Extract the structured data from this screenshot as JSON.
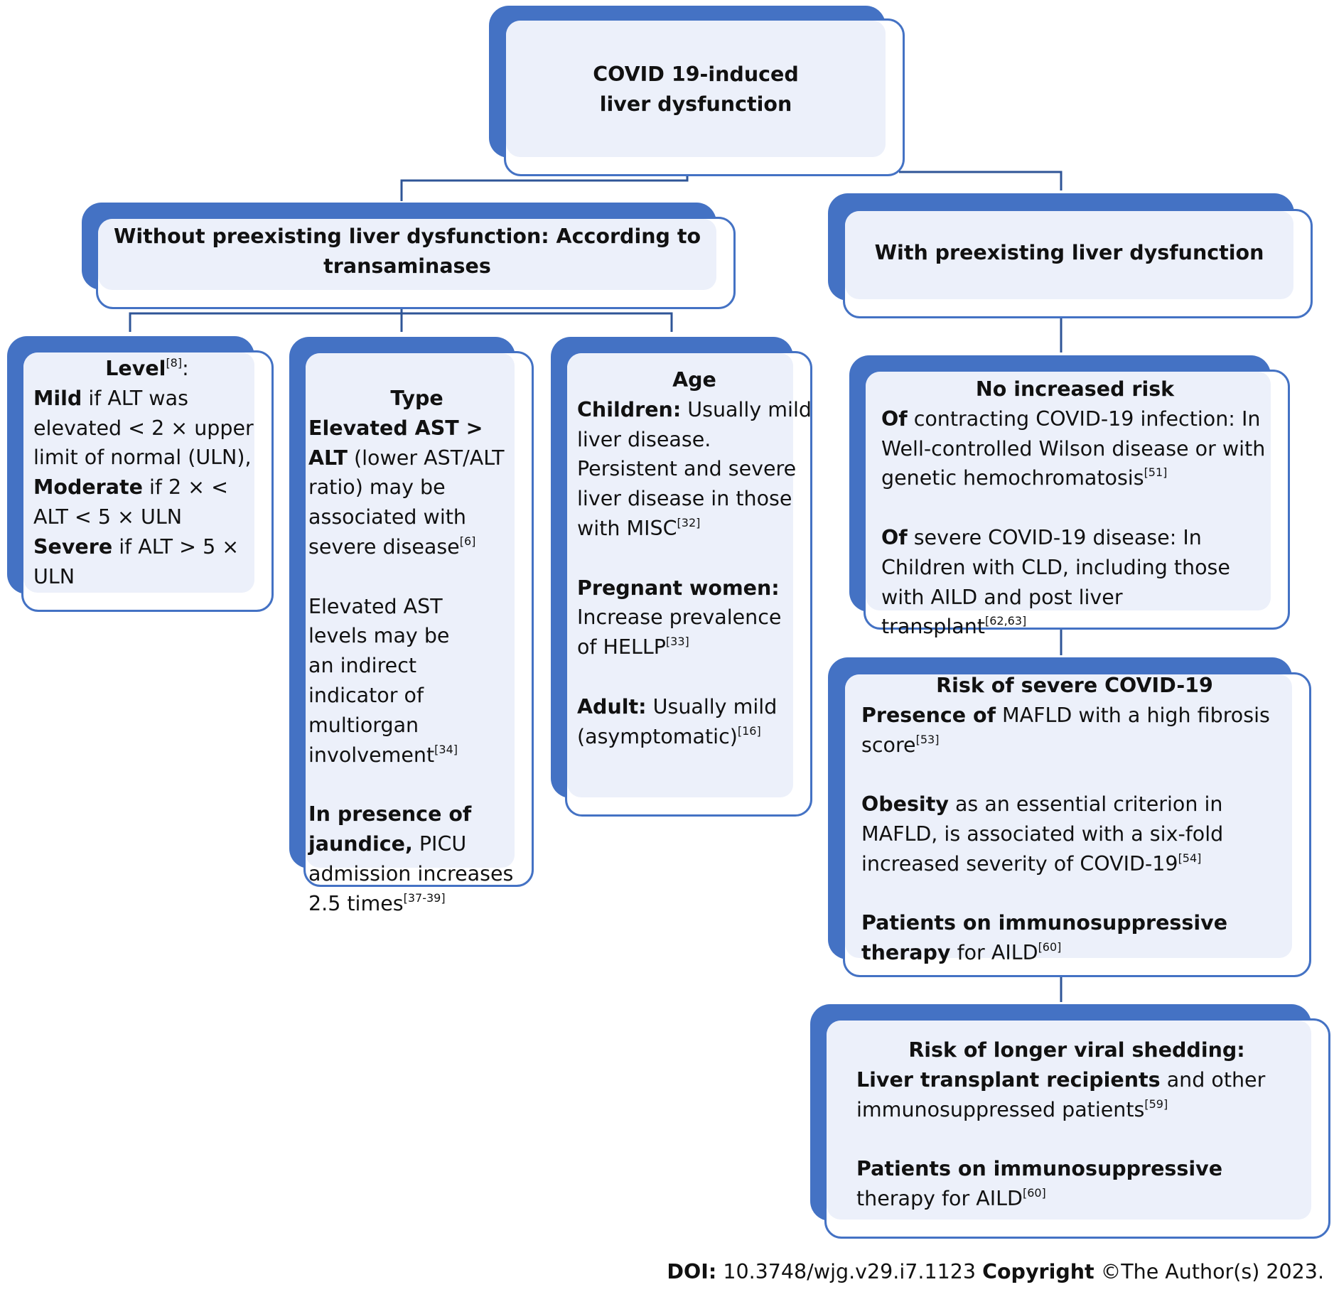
{
  "root": {
    "line1": "COVID 19-induced",
    "line2": "liver dysfunction"
  },
  "without": {
    "line1": "Without preexisting liver dysfunction: According to",
    "line2": "transaminases"
  },
  "with": {
    "title": "With preexisting liver dysfunction"
  },
  "level": {
    "title": "Level",
    "title_ref": "[8]",
    "title_suffix": ":",
    "mild_label": "Mild",
    "mild_text": " if ALT was elevated < 2 × upper limit of normal (ULN),",
    "moderate_label": "Moderate",
    "moderate_text": " if 2 × < ALT < 5 × ULN",
    "severe_label": "Severe",
    "severe_text": " if ALT > 5 × ULN"
  },
  "type": {
    "title": "Type",
    "elevated_label": "Elevated AST > ALT",
    "elevated_text": " (lower AST/ALT ratio) may be associated with severe disease",
    "elevated_ref": "[6]",
    "ast_text": "Elevated AST levels may be an indirect indicator of multiorgan involvement",
    "ast_ref": "[34]",
    "jaundice_label": "In presence of jaundice,",
    "jaundice_text": " PICU admission increases 2.5 times",
    "jaundice_ref": "[37-39]"
  },
  "age": {
    "title": "Age",
    "children_label": "Children:",
    "children_text": " Usually mild liver disease. Persistent and severe liver disease in those with MISC",
    "children_ref": "[32]",
    "pregnant_label": "Pregnant women:",
    "pregnant_text": " Increase prevalence of HELLP",
    "pregnant_ref": "[33]",
    "adult_label": "Adult:",
    "adult_text": " Usually mild (asymptomatic)",
    "adult_ref": "[16]"
  },
  "no_risk": {
    "title": "No increased risk",
    "p1_label": "Of",
    "p1_text": " contracting COVID-19 infection: In Well-controlled Wilson disease or with genetic hemochromatosis",
    "p1_ref": "[51]",
    "p2_label": "Of",
    "p2_text": " severe COVID-19 disease: In Children with CLD, including those with AILD and post liver transplant",
    "p2_ref": "[62,63]"
  },
  "severe": {
    "title": "Risk of severe COVID-19",
    "p1_label": "Presence of",
    "p1_text": " MAFLD with a high fibrosis score",
    "p1_ref": "[53]",
    "p2_label": "Obesity",
    "p2_text": " as an essential criterion in MAFLD, is associated with a six-fold increased severity of COVID-19",
    "p2_ref": "[54]",
    "p3_label": "Patients on immunosuppressive therapy",
    "p3_text": " for AILD",
    "p3_ref": "[60]"
  },
  "shedding": {
    "title": "Risk of longer viral shedding:",
    "p1_label": "Liver transplant recipients",
    "p1_text": " and other immunosuppressed patients",
    "p1_ref": "[59]",
    "p2_label": "Patients on immunosuppressive",
    "p2_text": " therapy for AILD",
    "p2_ref": "[60]"
  },
  "footer": {
    "doi_label": "DOI:",
    "doi_value": " 10.3748/wjg.v29.i7.1123 ",
    "copyright_label": "Copyright",
    "copyright_value": " ©The Author(s) 2023."
  },
  "colors": {
    "accent": "#4472c4",
    "fill": "#ecf0fa",
    "connector": "#2f5597"
  }
}
